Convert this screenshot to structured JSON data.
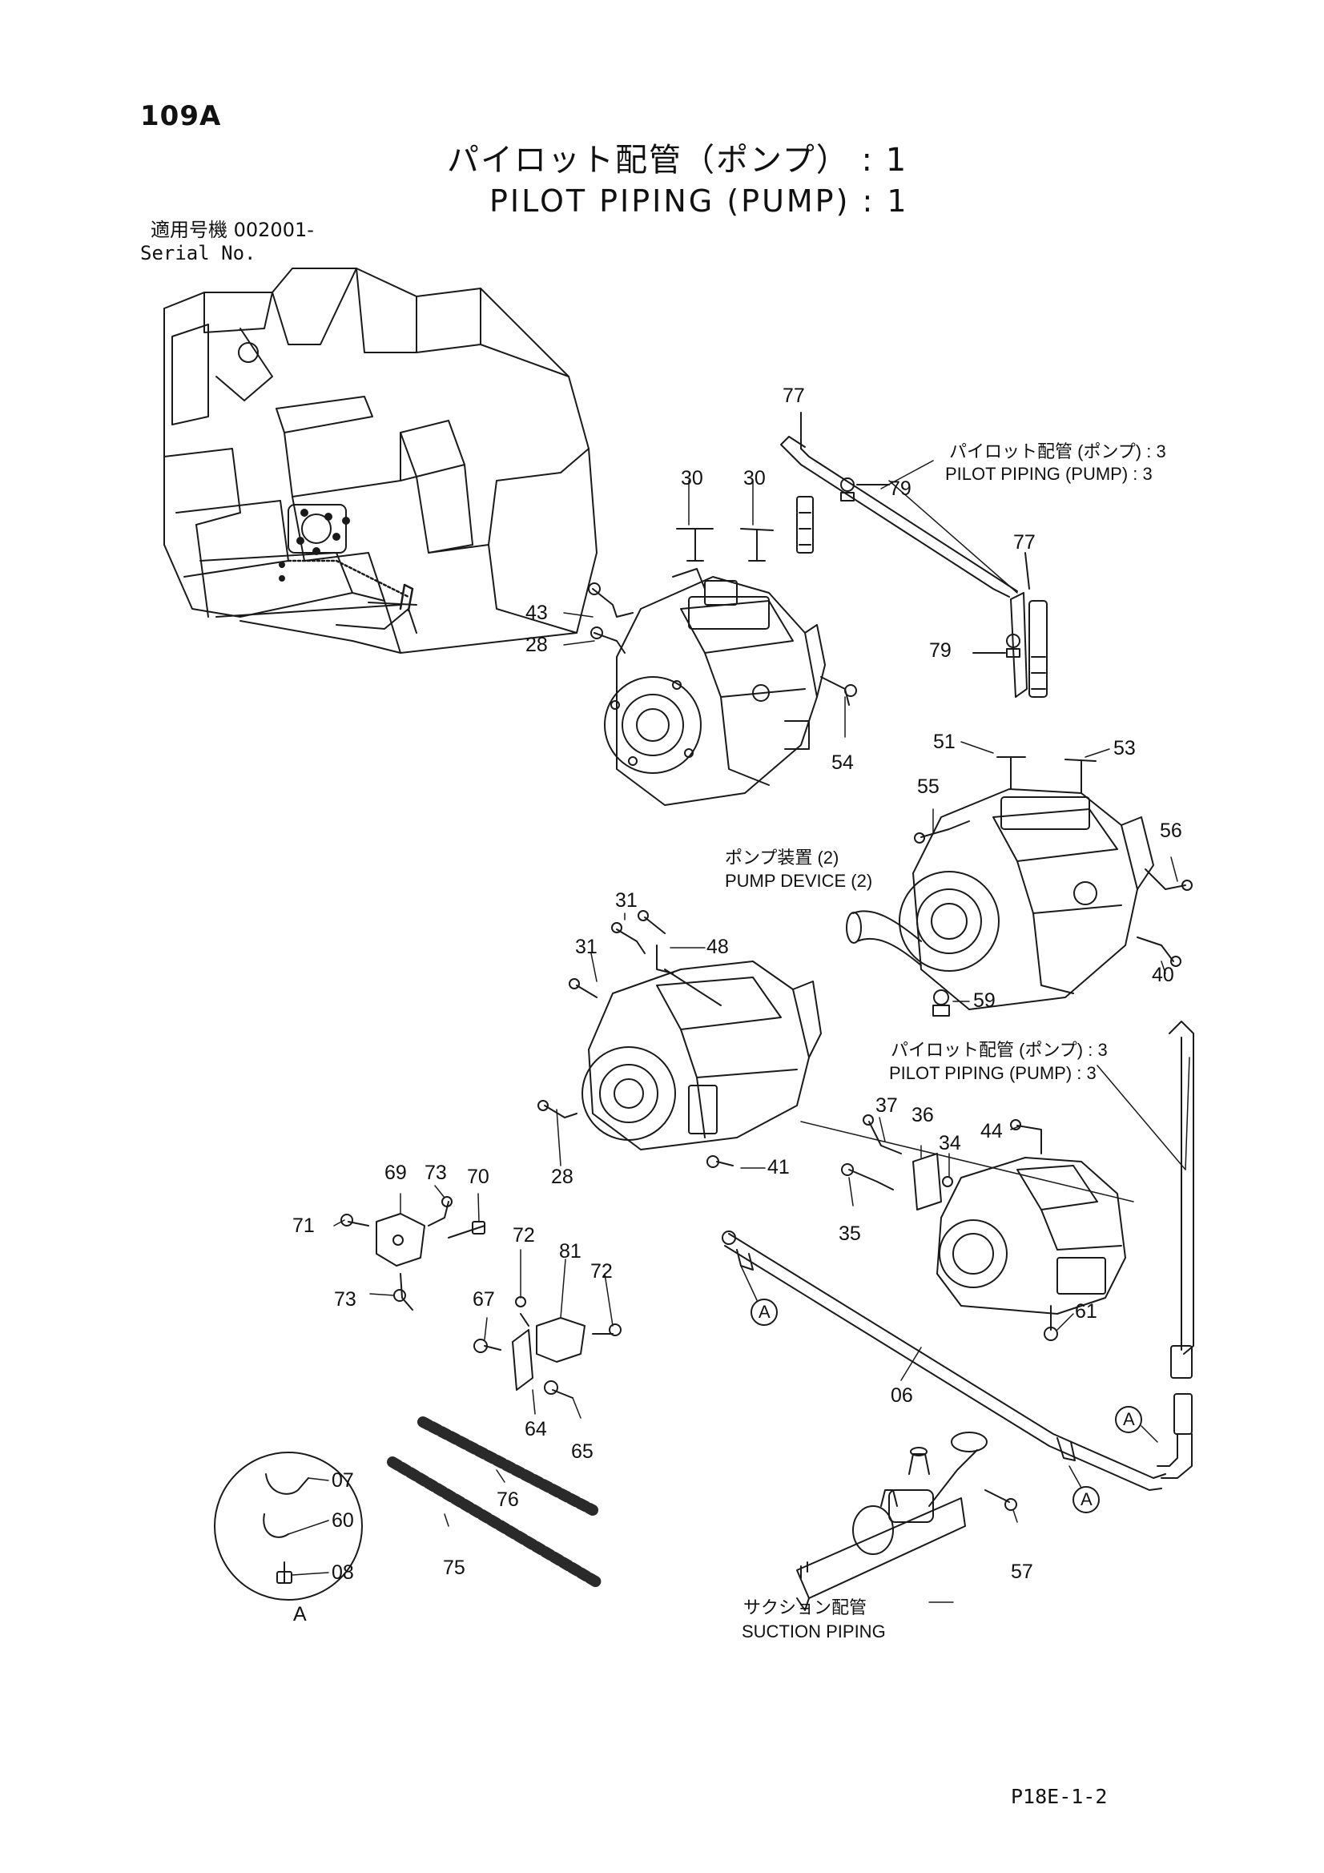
{
  "header": {
    "page_number": "109A",
    "title_ja": "パイロット配管（ポンプ） : 1",
    "title_en": "PILOT PIPING (PUMP) : 1",
    "serial_label_ja": "適用号機 002001-",
    "serial_label_en": "Serial No."
  },
  "references": {
    "pilot_piping_3_top_ja": "パイロット配管 (ポンプ) : 3",
    "pilot_piping_3_top_en": "PILOT PIPING (PUMP) : 3",
    "pump_device_ja": "ポンプ装置 (2)",
    "pump_device_en": "PUMP DEVICE (2)",
    "pilot_piping_3_mid_ja": "パイロット配管 (ポンプ) : 3",
    "pilot_piping_3_mid_en": "PILOT PIPING (PUMP) : 3",
    "suction_piping_ja": "サクション配管",
    "suction_piping_en": "SUCTION PIPING"
  },
  "part_labels": {
    "p77a": "77",
    "p79a": "79",
    "p77b": "77",
    "p79b": "79",
    "p30a": "30",
    "p30b": "30",
    "p43": "43",
    "p28a": "28",
    "p54": "54",
    "p51": "51",
    "p53": "53",
    "p55": "55",
    "p56": "56",
    "p40": "40",
    "p59": "59",
    "p31a": "31",
    "p31b": "31",
    "p48": "48",
    "p28b": "28",
    "p41": "41",
    "p37": "37",
    "p36": "36",
    "p34": "34",
    "p44": "44",
    "p35": "35",
    "p61": "61",
    "p69": "69",
    "p73a": "73",
    "p70": "70",
    "p71": "71",
    "p73b": "73",
    "p72a": "72",
    "p81": "81",
    "p72b": "72",
    "p67": "67",
    "p64": "64",
    "p65": "65",
    "p76": "76",
    "p75": "75",
    "p06": "06",
    "p57": "57",
    "p07": "07",
    "p60": "60",
    "p08": "08",
    "detailA": "A",
    "calloutA1": "A",
    "calloutA2": "A",
    "calloutA3": "A"
  },
  "footer": {
    "code": "P18E-1-2"
  }
}
